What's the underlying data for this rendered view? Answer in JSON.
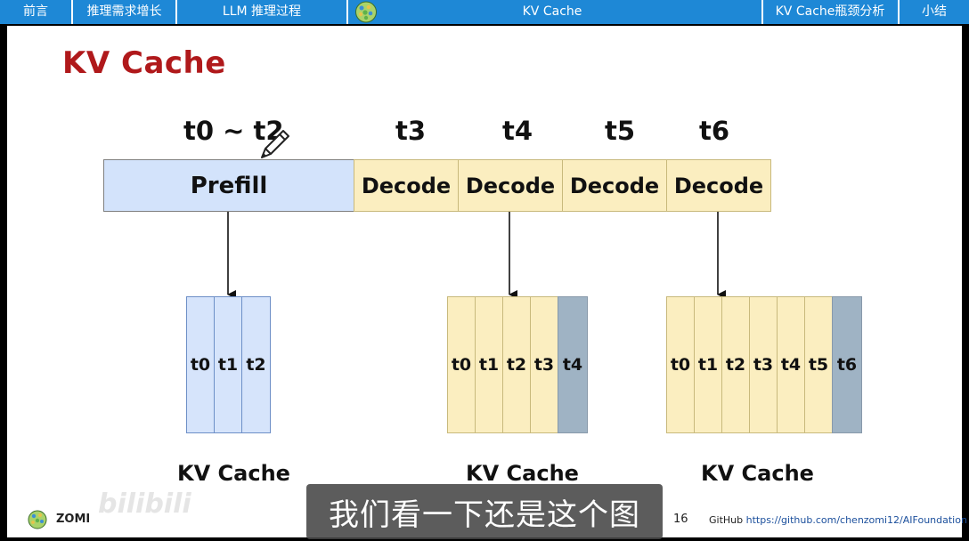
{
  "nav": {
    "items": [
      {
        "label": "前言"
      },
      {
        "label": "推理需求增长"
      },
      {
        "label": "LLM 推理过程"
      },
      {
        "label": "KV Cache"
      },
      {
        "label": "KV Cache瓶颈分析"
      },
      {
        "label": "小结"
      }
    ],
    "bar_color": "#1e88d6"
  },
  "slide": {
    "title": "KV Cache",
    "title_color": "#b0191b",
    "time_labels": [
      "t0 ~ t2",
      "t3",
      "t4",
      "t5",
      "t6"
    ],
    "stages": {
      "prefill_label": "Prefill",
      "decode_labels": [
        "Decode",
        "Decode",
        "Decode",
        "Decode"
      ]
    },
    "caches": [
      {
        "tokens": [
          "t0",
          "t1",
          "t2"
        ],
        "label": "KV Cache"
      },
      {
        "tokens": [
          "t0",
          "t1",
          "t2",
          "t3",
          "t4"
        ],
        "label": "KV Cache"
      },
      {
        "tokens": [
          "t0",
          "t1",
          "t2",
          "t3",
          "t4",
          "t5",
          "t6"
        ],
        "label": "KV Cache"
      }
    ],
    "footer": {
      "brand": "ZOMI",
      "watermark": "bilibili",
      "page_number": "16",
      "github_prefix": "GitHub",
      "github_url": "https://github.com/chenzomi12/AIFoundation"
    }
  },
  "subtitle": "我们看一下还是这个图",
  "colors": {
    "prefill": "#d3e3fb",
    "decode": "#fbeec0",
    "cache_blue": "#d6e4fb",
    "cache_yellow": "#fbeec0",
    "cache_new": "#9fb3c4"
  }
}
